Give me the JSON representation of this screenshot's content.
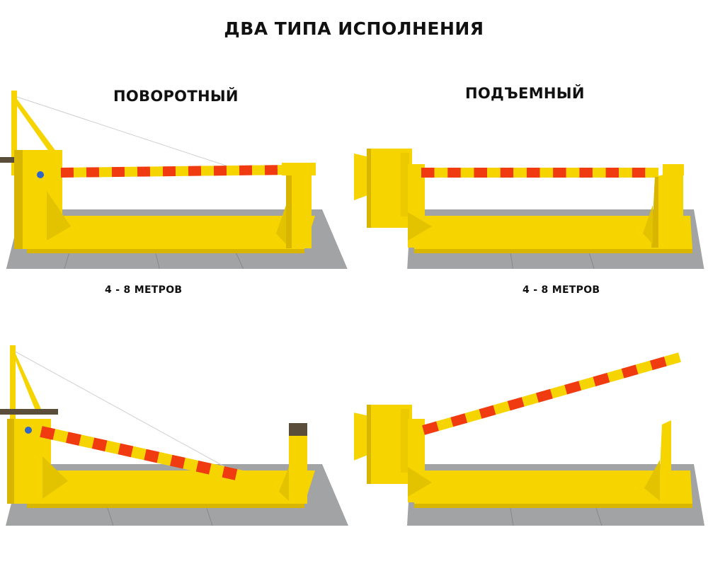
{
  "title": "ДВА ТИПА ИСПОЛНЕНИЯ",
  "types": [
    {
      "name": "ПОВОРОТНЫЙ",
      "length": "4 - 8 МЕТРОВ"
    },
    {
      "name": "ПОДЪЕМНЫЙ",
      "length": "4 - 8 МЕТРОВ"
    }
  ],
  "colors": {
    "barrier_yellow": "#f5d400",
    "barrier_shadow": "#d8b600",
    "stripe_red": "#f03a10",
    "floor_gray": "#a2a3a5"
  },
  "scenes": [
    {
      "type": "swing",
      "state": "closed"
    },
    {
      "type": "lift",
      "state": "closed"
    },
    {
      "type": "swing",
      "state": "open"
    },
    {
      "type": "lift",
      "state": "open"
    }
  ]
}
